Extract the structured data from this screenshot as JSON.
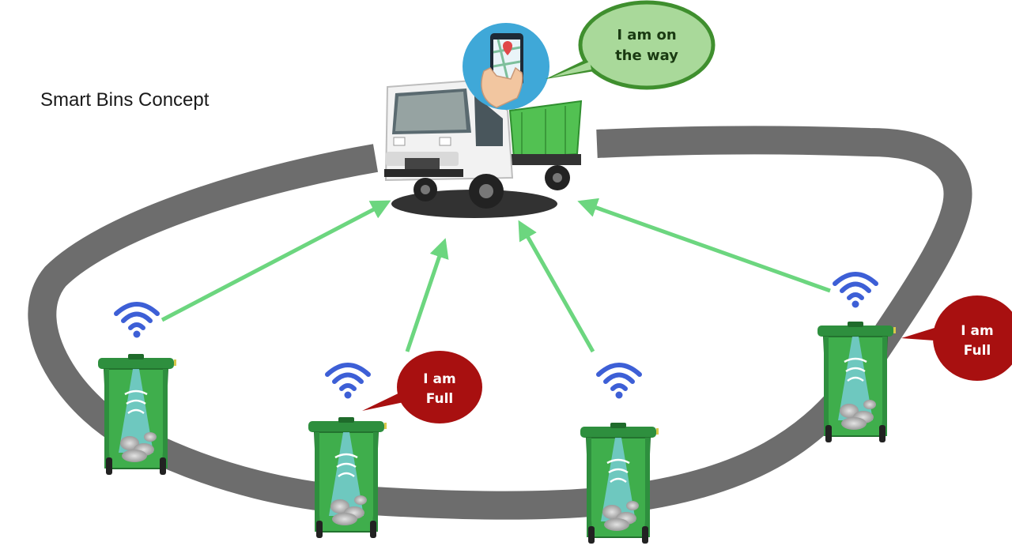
{
  "diagram": {
    "title": "Smart Bins Concept",
    "truck_bubble": {
      "line1": "I am on",
      "line2": "the way"
    },
    "bin_bubbles": [
      {
        "line1": "I am",
        "line2": "Full"
      },
      {
        "line1": "I am",
        "line2": "Full"
      }
    ]
  },
  "colors": {
    "road": "#6d6d6d",
    "arrow": "#6cd67f",
    "wifi": "#3d5fd6",
    "bin": "#2e8f3e",
    "bin_light": "#3fae4c",
    "truck_bubble_fill": "#a9d99a",
    "truck_bubble_border": "#3f8f2e",
    "full_bubble": "#a81010",
    "truck_body": "#f2f2f2",
    "truck_bed": "#52c152"
  },
  "icons": [
    "wifi-icon",
    "smartphone-map-icon",
    "dustbin-icon",
    "garbage-truck-icon"
  ]
}
